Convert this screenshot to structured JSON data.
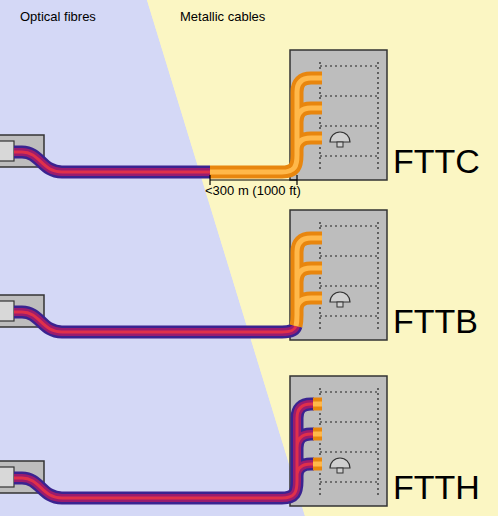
{
  "diagram": {
    "labels": [
      "Optical fibres",
      "Metallic cables",
      "FTTC",
      "<300 m (1000 ft)",
      "FTTB",
      "FTTH"
    ]
  }
}
